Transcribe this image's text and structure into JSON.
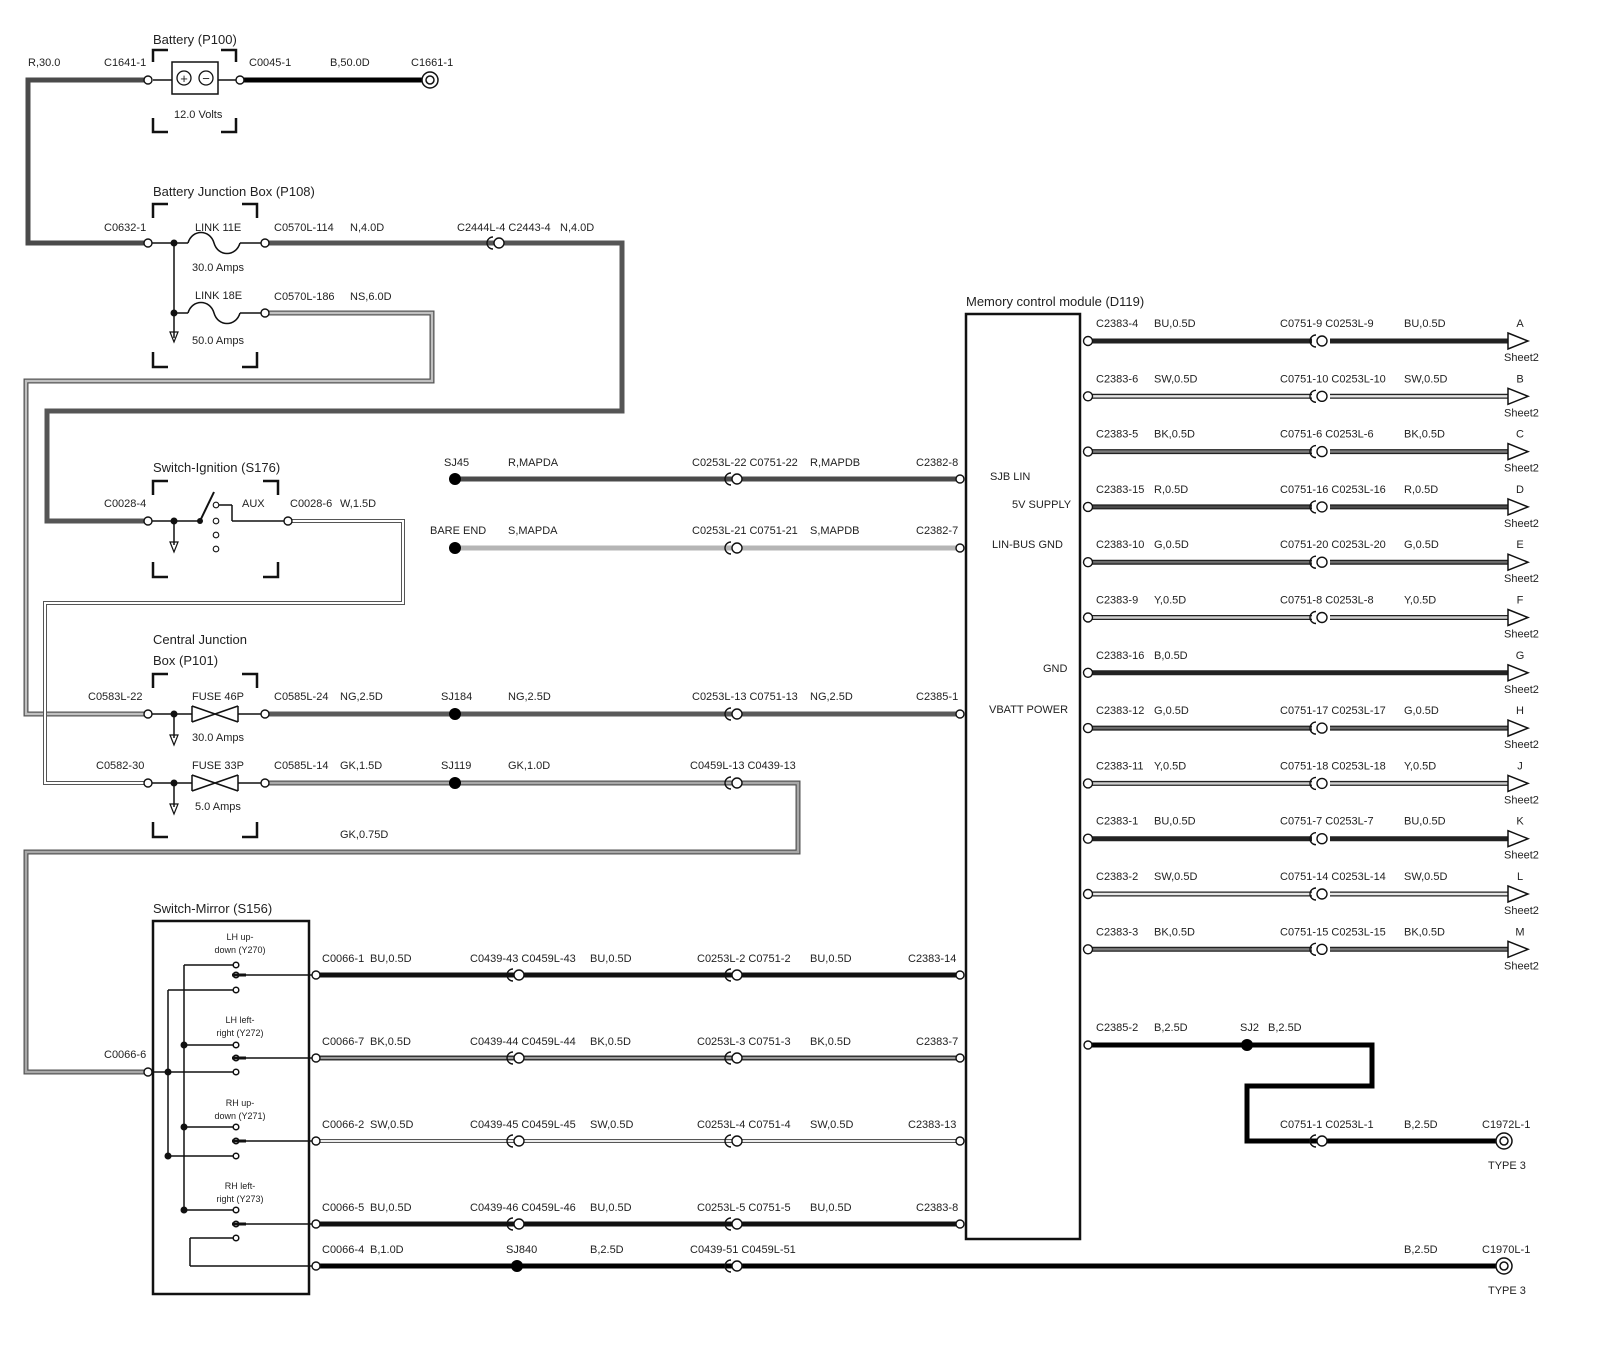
{
  "components": {
    "battery": {
      "title": "Battery (P100)",
      "voltage": "12.0 Volts",
      "plus": "+",
      "minus": "−"
    },
    "bjb": {
      "title": "Battery Junction Box (P108)",
      "link1": "LINK 11E",
      "link1_rating": "30.0 Amps",
      "link2": "LINK 18E",
      "link2_rating": "50.0 Amps"
    },
    "ignition": {
      "title": "Switch-Ignition (S176)",
      "aux": "AUX"
    },
    "cjb": {
      "title1": "Central Junction",
      "title2": "Box (P101)",
      "fuse1": "FUSE 46P",
      "fuse1_rating": "30.0 Amps",
      "fuse2": "FUSE 33P",
      "fuse2_rating": "5.0 Amps"
    },
    "mirror": {
      "title": "Switch-Mirror (S156)",
      "sw1a": "LH up-",
      "sw1b": "down (Y270)",
      "sw2a": "LH left-",
      "sw2b": "right (Y272)",
      "sw3a": "RH up-",
      "sw3b": "down (Y271)",
      "sw4a": "RH left-",
      "sw4b": "right (Y273)"
    },
    "mcm": {
      "title": "Memory control module (D119)",
      "pin_sjb": "SJB LIN",
      "pin_5v": "5V SUPPLY",
      "pin_lin": "LIN-BUS GND",
      "pin_gnd": "GND",
      "pin_vbatt": "VBATT POWER"
    }
  },
  "labels": {
    "r300": "R,30.0",
    "c1641": "C1641-1",
    "c0045": "C0045-1",
    "b500": "B,50.0D",
    "c1661": "C1661-1",
    "c0632": "C0632-1",
    "c0570_114": "C0570L-114",
    "n40a": "N,4.0D",
    "c2444": "C2444L-4 C2443-4",
    "n40b": "N,4.0D",
    "c0570_186": "C0570L-186",
    "ns60": "NS,6.0D",
    "c0028_4": "C0028-4",
    "c0028_6": "C0028-6",
    "w15": "W,1.5D",
    "sj45": "SJ45",
    "r_mapda": "R,MAPDA",
    "c0253_22": "C0253L-22 C0751-22",
    "r_mapdb": "R,MAPDB",
    "c2382_8": "C2382-8",
    "bare_end": "BARE END",
    "s_mapda": "S,MAPDA",
    "c0253_21": "C0253L-21 C0751-21",
    "s_mapdb": "S,MAPDB",
    "c2382_7": "C2382-7",
    "c0583": "C0583L-22",
    "c0585_24": "C0585L-24",
    "ng25a": "NG,2.5D",
    "sj184": "SJ184",
    "ng25b": "NG,2.5D",
    "c0253_13": "C0253L-13 C0751-13",
    "ng25c": "NG,2.5D",
    "c2385_1": "C2385-1",
    "c0582": "C0582-30",
    "c0585_14": "C0585L-14",
    "gk15": "GK,1.5D",
    "sj119": "SJ119",
    "gk10": "GK,1.0D",
    "c0459_13": "C0459L-13 C0439-13",
    "gk075": "GK,0.75D",
    "c0066_6": "C0066-6",
    "m1a": "C0066-1",
    "m1b": "BU,0.5D",
    "m1c": "C0439-43 C0459L-43",
    "m1d": "BU,0.5D",
    "m1e": "C0253L-2 C0751-2",
    "m1f": "BU,0.5D",
    "m1g": "C2383-14",
    "m2a": "C0066-7",
    "m2b": "BK,0.5D",
    "m2c": "C0439-44 C0459L-44",
    "m2d": "BK,0.5D",
    "m2e": "C0253L-3 C0751-3",
    "m2f": "BK,0.5D",
    "m2g": "C2383-7",
    "m3a": "C0066-2",
    "m3b": "SW,0.5D",
    "m3c": "C0439-45 C0459L-45",
    "m3d": "SW,0.5D",
    "m3e": "C0253L-4 C0751-4",
    "m3f": "SW,0.5D",
    "m3g": "C2383-13",
    "m4a": "C0066-5",
    "m4b": "BU,0.5D",
    "m4c": "C0439-46 C0459L-46",
    "m4d": "BU,0.5D",
    "m4e": "C0253L-5 C0751-5",
    "m4f": "BU,0.5D",
    "m4g": "C2383-8",
    "m5a": "C0066-4",
    "m5b": "B,1.0D",
    "m5c": "SJ840",
    "m5d": "B,2.5D",
    "m5e": "C0439-51  C0459L-51",
    "m5f": "B,2.5D",
    "m5g": "C1970L-1",
    "m5h": "TYPE 3",
    "r13a": "C2385-2",
    "r13b": "B,2.5D",
    "r13c": "SJ2",
    "r13d": "B,2.5D",
    "r14a": "C0751-1 C0253L-1",
    "r14b": "B,2.5D",
    "r14c": "C1972L-1",
    "r14d": "TYPE 3"
  },
  "right_rows": [
    {
      "c1": "C2383-4",
      "w1": "BU,0.5D",
      "c2": "C0751-9 C0253L-9",
      "w2": "BU,0.5D",
      "letter": "A",
      "sheet": "Sheet2"
    },
    {
      "c1": "C2383-6",
      "w1": "SW,0.5D",
      "c2": "C0751-10 C0253L-10",
      "w2": "SW,0.5D",
      "letter": "B",
      "sheet": "Sheet2"
    },
    {
      "c1": "C2383-5",
      "w1": "BK,0.5D",
      "c2": "C0751-6 C0253L-6",
      "w2": "BK,0.5D",
      "letter": "C",
      "sheet": "Sheet2"
    },
    {
      "c1": "C2383-15",
      "w1": "R,0.5D",
      "c2": "C0751-16 C0253L-16",
      "w2": "R,0.5D",
      "letter": "D",
      "sheet": "Sheet2"
    },
    {
      "c1": "C2383-10",
      "w1": "G,0.5D",
      "c2": "C0751-20 C0253L-20",
      "w2": "G,0.5D",
      "letter": "E",
      "sheet": "Sheet2"
    },
    {
      "c1": "C2383-9",
      "w1": "Y,0.5D",
      "c2": "C0751-8 C0253L-8",
      "w2": "Y,0.5D",
      "letter": "F",
      "sheet": "Sheet2"
    },
    {
      "c1": "C2383-16",
      "w1": "B,0.5D",
      "c2": "",
      "w2": "",
      "letter": "G",
      "sheet": "Sheet2"
    },
    {
      "c1": "C2383-12",
      "w1": "G,0.5D",
      "c2": "C0751-17 C0253L-17",
      "w2": "G,0.5D",
      "letter": "H",
      "sheet": "Sheet2"
    },
    {
      "c1": "C2383-11",
      "w1": "Y,0.5D",
      "c2": "C0751-18 C0253L-18",
      "w2": "Y,0.5D",
      "letter": "J",
      "sheet": "Sheet2"
    },
    {
      "c1": "C2383-1",
      "w1": "BU,0.5D",
      "c2": "C0751-7 C0253L-7",
      "w2": "BU,0.5D",
      "letter": "K",
      "sheet": "Sheet2"
    },
    {
      "c1": "C2383-2",
      "w1": "SW,0.5D",
      "c2": "C0751-14 C0253L-14",
      "w2": "SW,0.5D",
      "letter": "L",
      "sheet": "Sheet2"
    },
    {
      "c1": "C2383-3",
      "w1": "BK,0.5D",
      "c2": "C0751-15 C0253L-15",
      "w2": "BK,0.5D",
      "letter": "M",
      "sheet": "Sheet2"
    }
  ],
  "wire_colors": {
    "BU": "#1a1a1a",
    "SW": "#e6e6e6",
    "BK": "#7d7d7d",
    "R": "#4a4a4a",
    "G": "#6a6a6a",
    "Y": "#cfcfcf",
    "B": "#000000",
    "N": "#555555",
    "NS": "#a0a0a0",
    "NG": "#686868",
    "GK": "#8c8c8c",
    "W": "#ffffff",
    "S": "#b5b5b5"
  }
}
